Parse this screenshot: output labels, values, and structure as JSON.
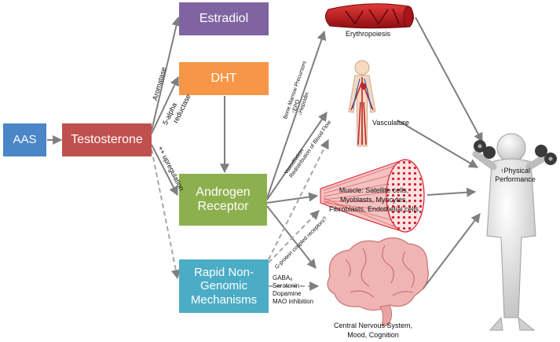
{
  "nodes": {
    "aas": "AAS",
    "testosterone": "Testosterone",
    "estradiol": "Estradiol",
    "dht": "DHT",
    "androgen_receptor": [
      "Androgen",
      "Receptor"
    ],
    "rapid": [
      "Rapid Non-",
      "Genomic",
      "Mechanisms"
    ]
  },
  "edge_labels": {
    "aromatase": "Aromatase",
    "five_alpha": [
      "5-alpha",
      "reductase"
    ],
    "upregulation": "++ upregulation",
    "bone_marrow": [
      "Bone Marrow Precursors",
      "↑EPO",
      "↓Hepcidin"
    ],
    "vasodilation": [
      "Vasodilation",
      "Redistribution of Blood Flow"
    ],
    "g_protein": "G-protein coupled receptors?",
    "neuro": [
      "GABAₐ",
      "Serotonin",
      "Dopamine",
      "MAO inhibition"
    ]
  },
  "targets": {
    "erythropoiesis": "Erythropoiesis",
    "vasculature": "Vasculature",
    "muscle": [
      "Muscle: Satellite cells,",
      "Myoblasts, Myocytes,",
      "Fibroblasts, Endothelial cells"
    ],
    "cns": [
      "Central Nervous System,",
      "Mood, Cognition"
    ],
    "performance": [
      "↑Physical",
      "Performance"
    ]
  },
  "colors": {
    "aas": "#4a86c8",
    "testosterone": "#c0504d",
    "estradiol": "#8064a2",
    "dht": "#f79646",
    "androgen_receptor": "#8db04f",
    "rapid": "#4bacc6",
    "arrow": "#7f7f7f"
  },
  "icons": [
    "blood-vessel-icon",
    "vascular-body-icon",
    "muscle-fiber-icon",
    "brain-icon",
    "weightlifter-icon"
  ]
}
